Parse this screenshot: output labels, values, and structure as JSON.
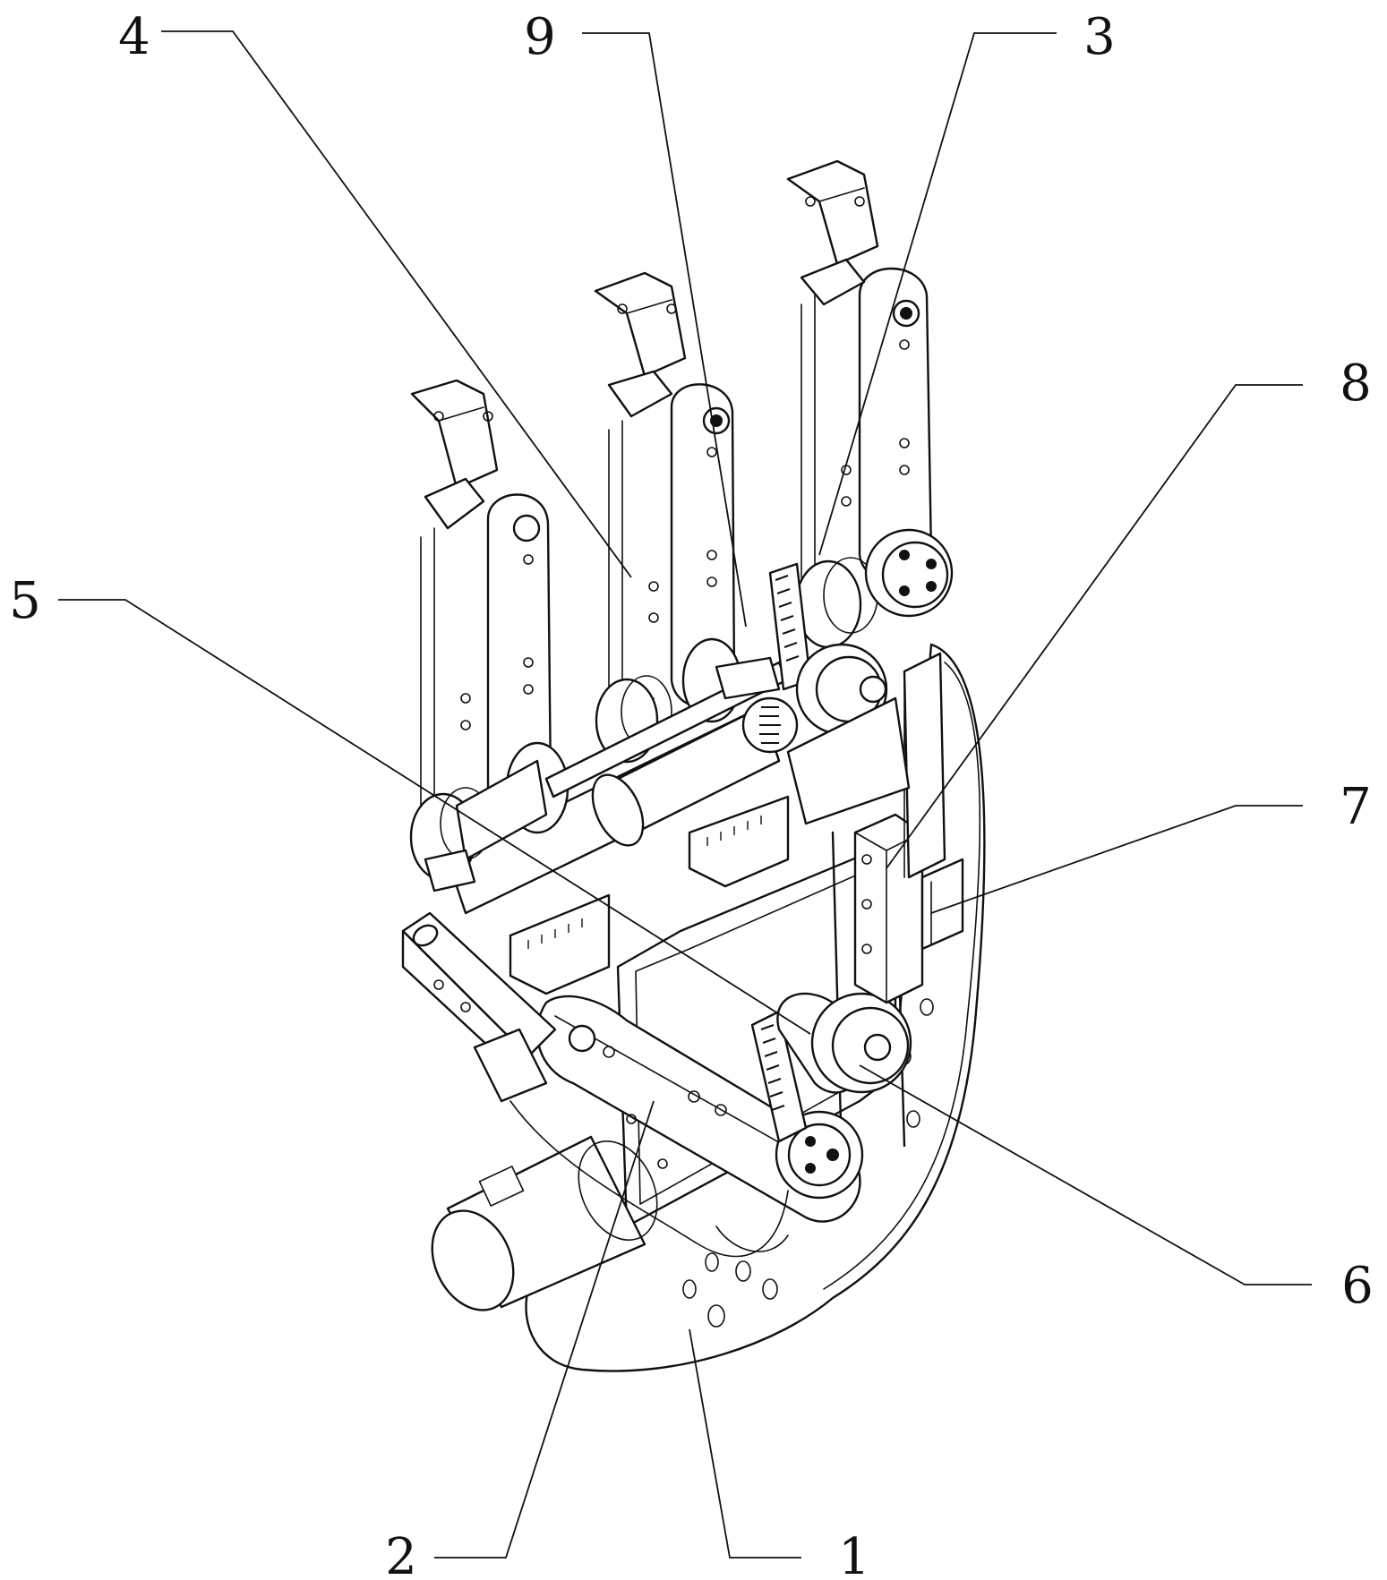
{
  "diagram": {
    "reference_numerals": [
      {
        "id": "1",
        "text": "1"
      },
      {
        "id": "2",
        "text": "2"
      },
      {
        "id": "3",
        "text": "3"
      },
      {
        "id": "4",
        "text": "4"
      },
      {
        "id": "5",
        "text": "5"
      },
      {
        "id": "6",
        "text": "6"
      },
      {
        "id": "7",
        "text": "7"
      },
      {
        "id": "8",
        "text": "8"
      },
      {
        "id": "9",
        "text": "9"
      }
    ]
  }
}
